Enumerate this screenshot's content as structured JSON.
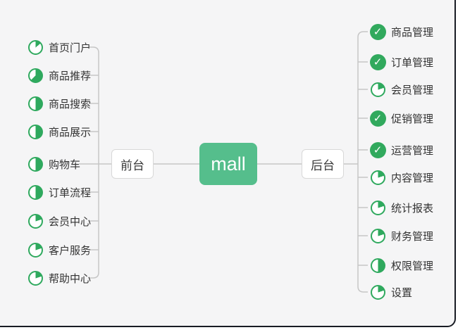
{
  "canvas": {
    "background": "#f5f5f6",
    "frame_border_color": "#191c24",
    "connector_color": "#c6c6c6",
    "accent_green": "#2fa95e",
    "root_green": "#55be8c"
  },
  "root": {
    "label": "mall"
  },
  "left_branch": {
    "label": "前台",
    "items": [
      {
        "label": "首页门户",
        "icon": "pie-1-8"
      },
      {
        "label": "商品推荐",
        "icon": "pie-5-8"
      },
      {
        "label": "商品搜索",
        "icon": "pie-1-2"
      },
      {
        "label": "商品展示",
        "icon": "pie-1-2"
      },
      {
        "label": "购物车",
        "icon": "pie-1-2"
      },
      {
        "label": "订单流程",
        "icon": "pie-1-2"
      },
      {
        "label": "会员中心",
        "icon": "pie-1-4"
      },
      {
        "label": "客户服务",
        "icon": "pie-1-4"
      },
      {
        "label": "帮助中心",
        "icon": "pie-1-4"
      }
    ]
  },
  "right_branch": {
    "label": "后台",
    "items": [
      {
        "label": "商品管理",
        "icon": "check-done"
      },
      {
        "label": "订单管理",
        "icon": "check-done"
      },
      {
        "label": "会员管理",
        "icon": "pie-1-4"
      },
      {
        "label": "促销管理",
        "icon": "check-done"
      },
      {
        "label": "运营管理",
        "icon": "check-done"
      },
      {
        "label": "内容管理",
        "icon": "pie-1-4"
      },
      {
        "label": "统计报表",
        "icon": "pie-1-4"
      },
      {
        "label": "财务管理",
        "icon": "pie-1-4"
      },
      {
        "label": "权限管理",
        "icon": "pie-1-2"
      },
      {
        "label": "设置",
        "icon": "pie-1-4"
      }
    ]
  }
}
